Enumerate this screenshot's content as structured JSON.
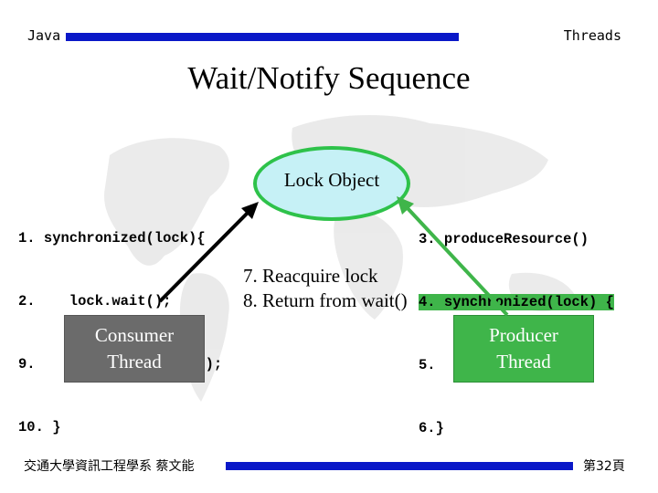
{
  "header": {
    "left": "Java",
    "right": "Threads"
  },
  "title": "Wait/Notify Sequence",
  "lock": {
    "label": "Lock Object"
  },
  "consumer_code": [
    "1. synchronized(lock){",
    "2.    lock.wait();",
    "9.    consumeResource();",
    "10. }"
  ],
  "producer_code": [
    "3. produceResource()",
    "4. synchronized(lock) {",
    "5.    lock.notify();",
    "6.}"
  ],
  "steps": [
    "7. Reacquire lock",
    "8. Return from wait()"
  ],
  "consumer": {
    "line1": "Consumer",
    "line2": "Thread"
  },
  "producer": {
    "line1": "Producer",
    "line2": "Thread"
  },
  "footer": {
    "left": "交通大學資訊工程學系 蔡文能",
    "right": "第32頁"
  },
  "colors": {
    "bar": "#0a18c8",
    "consumer_box": "#6b6b6b",
    "producer_box": "#3fb54a",
    "lock_fill": "#c6f1f6",
    "lock_border": "#2ec24a"
  },
  "icons": {
    "watermark": "world-map-icon",
    "consumer_arrow": "arrow-up-right-icon",
    "producer_arrow": "arrow-up-left-icon"
  }
}
